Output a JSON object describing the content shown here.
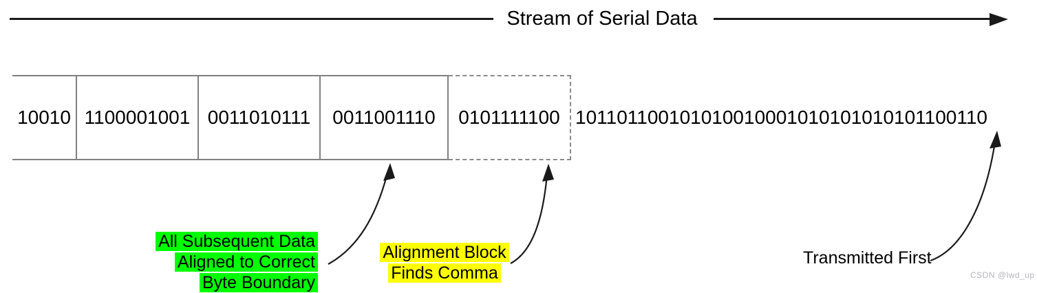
{
  "header": {
    "title": "Stream of Serial Data"
  },
  "stream": {
    "blocks": [
      {
        "bits": "10010",
        "style": "solid"
      },
      {
        "bits": "1100001001",
        "style": "solid"
      },
      {
        "bits": "0011010111",
        "style": "solid"
      },
      {
        "bits": "0011001110",
        "style": "solid"
      },
      {
        "bits": "0101111100",
        "style": "dashed"
      }
    ],
    "unframed_bits": "101101100101010010001010101010101100110"
  },
  "annotations": {
    "aligned_data": {
      "line1": "All Subsequent Data",
      "line2": "Aligned to Correct",
      "line3": "Byte Boundary",
      "highlight_color": "#00ff00"
    },
    "alignment_block": {
      "line1": "Alignment Block",
      "line2": "Finds Comma",
      "highlight_color": "#ffff00"
    },
    "transmitted_first": {
      "label": "Transmitted First"
    }
  },
  "watermark": "CSDN @lwd_up",
  "colors": {
    "box_border": "#808080",
    "dashed_border": "#8a8a8a",
    "arrow": "#1a1a1a",
    "highlight_green": "#00ff00",
    "highlight_yellow": "#ffff00",
    "watermark_gray": "#b4b4b9"
  }
}
